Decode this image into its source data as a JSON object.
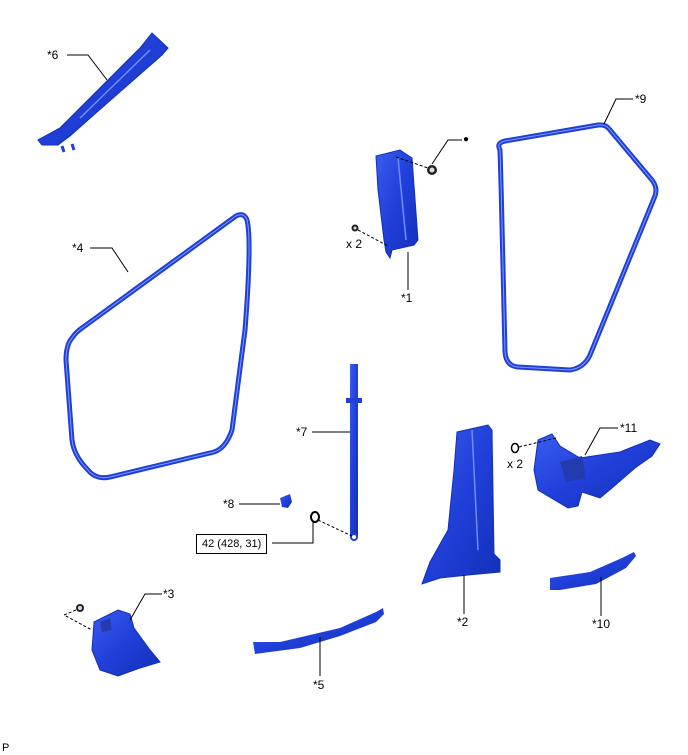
{
  "diagram": {
    "type": "exploded-parts-illustration",
    "part_color": "#1f3fd8",
    "part_highlight": "#5a7dff",
    "callouts": [
      {
        "id": "6",
        "label": "*6"
      },
      {
        "id": "9",
        "label": "*9"
      },
      {
        "id": "4",
        "label": "*4"
      },
      {
        "id": "1",
        "label": "*1"
      },
      {
        "id": "7",
        "label": "*7"
      },
      {
        "id": "8",
        "label": "*8"
      },
      {
        "id": "11",
        "label": "*11"
      },
      {
        "id": "2",
        "label": "*2"
      },
      {
        "id": "3",
        "label": "*3"
      },
      {
        "id": "10",
        "label": "*10"
      },
      {
        "id": "5",
        "label": "*5"
      }
    ],
    "quantities": {
      "clip_part1": "x 2",
      "clip_part11": "x 2"
    },
    "marker_dot": "●",
    "torque_spec": "42 (428, 31)",
    "footer_code": "P"
  }
}
